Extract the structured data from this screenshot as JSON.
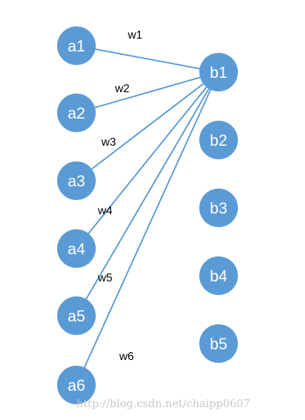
{
  "colors": {
    "node_fill": "#5b9bd5",
    "edge_stroke": "#5b9bd5",
    "background": "#ffffff"
  },
  "input_nodes": [
    "a1",
    "a2",
    "a3",
    "a4",
    "a5",
    "a6"
  ],
  "output_nodes": [
    "b1",
    "b2",
    "b3",
    "b4",
    "b5"
  ],
  "edges": [
    {
      "from": "a1",
      "to": "b1",
      "weight": "w1"
    },
    {
      "from": "a2",
      "to": "b1",
      "weight": "w2"
    },
    {
      "from": "a3",
      "to": "b1",
      "weight": "w3"
    },
    {
      "from": "a4",
      "to": "b1",
      "weight": "w4"
    },
    {
      "from": "a5",
      "to": "b1",
      "weight": "w5"
    },
    {
      "from": "a6",
      "to": "b1",
      "weight": "w6"
    }
  ],
  "watermark": "http://blog.csdn.net/chaipp0607"
}
